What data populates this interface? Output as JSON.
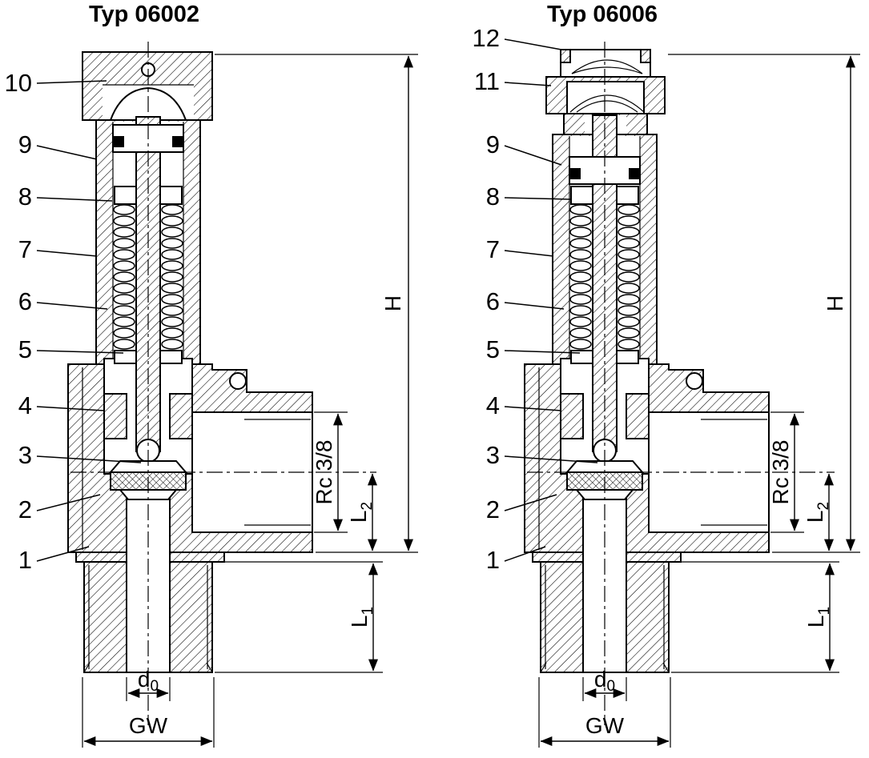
{
  "drawing": {
    "left": {
      "title": "Typ 06002",
      "parts": [
        "10",
        "9",
        "8",
        "7",
        "6",
        "5",
        "4",
        "3",
        "2",
        "1"
      ]
    },
    "right": {
      "title": "Typ 06006",
      "parts": [
        "12",
        "11",
        "9",
        "8",
        "7",
        "6",
        "5",
        "4",
        "3",
        "2",
        "1"
      ]
    },
    "dimensions": {
      "h": "H",
      "rc": "Rc 3/8",
      "gw": "GW",
      "l1_base": "L",
      "l1_sub": "1",
      "l2_base": "L",
      "l2_sub": "2",
      "d0_base": "d",
      "d0_sub": "0"
    },
    "colors": {
      "line": "#000000",
      "background": "#ffffff"
    }
  }
}
